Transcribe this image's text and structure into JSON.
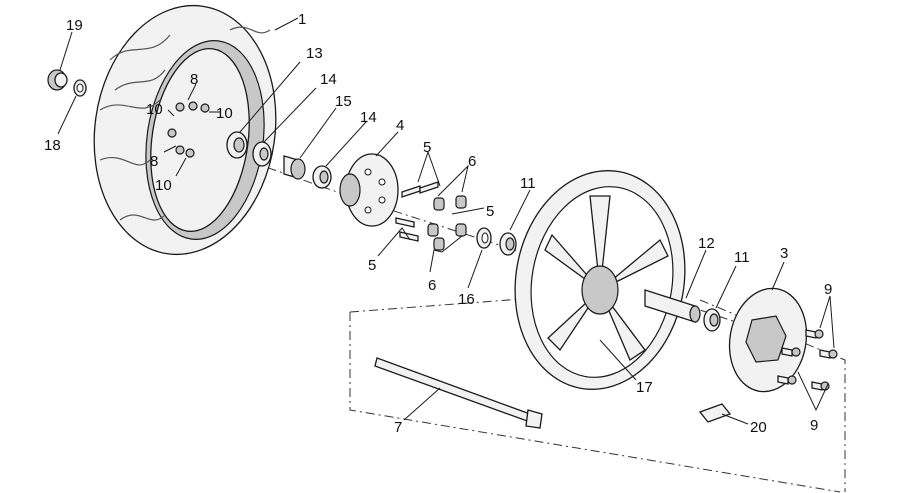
{
  "callouts": [
    {
      "id": "c1",
      "text": "1"
    },
    {
      "id": "c19",
      "text": "19"
    },
    {
      "id": "c18",
      "text": "18"
    },
    {
      "id": "c8a",
      "text": "8"
    },
    {
      "id": "c10a",
      "text": "10"
    },
    {
      "id": "c10b",
      "text": "10"
    },
    {
      "id": "c8b",
      "text": "8"
    },
    {
      "id": "c10c",
      "text": "10"
    },
    {
      "id": "c13",
      "text": "13"
    },
    {
      "id": "c14a",
      "text": "14"
    },
    {
      "id": "c15",
      "text": "15"
    },
    {
      "id": "c14b",
      "text": "14"
    },
    {
      "id": "c4",
      "text": "4"
    },
    {
      "id": "c5a",
      "text": "5"
    },
    {
      "id": "c6a",
      "text": "6"
    },
    {
      "id": "c5b",
      "text": "5"
    },
    {
      "id": "c5c",
      "text": "5"
    },
    {
      "id": "c6b",
      "text": "6"
    },
    {
      "id": "c16",
      "text": "16"
    },
    {
      "id": "c11a",
      "text": "11"
    },
    {
      "id": "c12",
      "text": "12"
    },
    {
      "id": "c11b",
      "text": "11"
    },
    {
      "id": "c3",
      "text": "3"
    },
    {
      "id": "c9a",
      "text": "9"
    },
    {
      "id": "c9b",
      "text": "9"
    },
    {
      "id": "c17",
      "text": "17"
    },
    {
      "id": "c7",
      "text": "7"
    },
    {
      "id": "c20",
      "text": "20"
    }
  ]
}
